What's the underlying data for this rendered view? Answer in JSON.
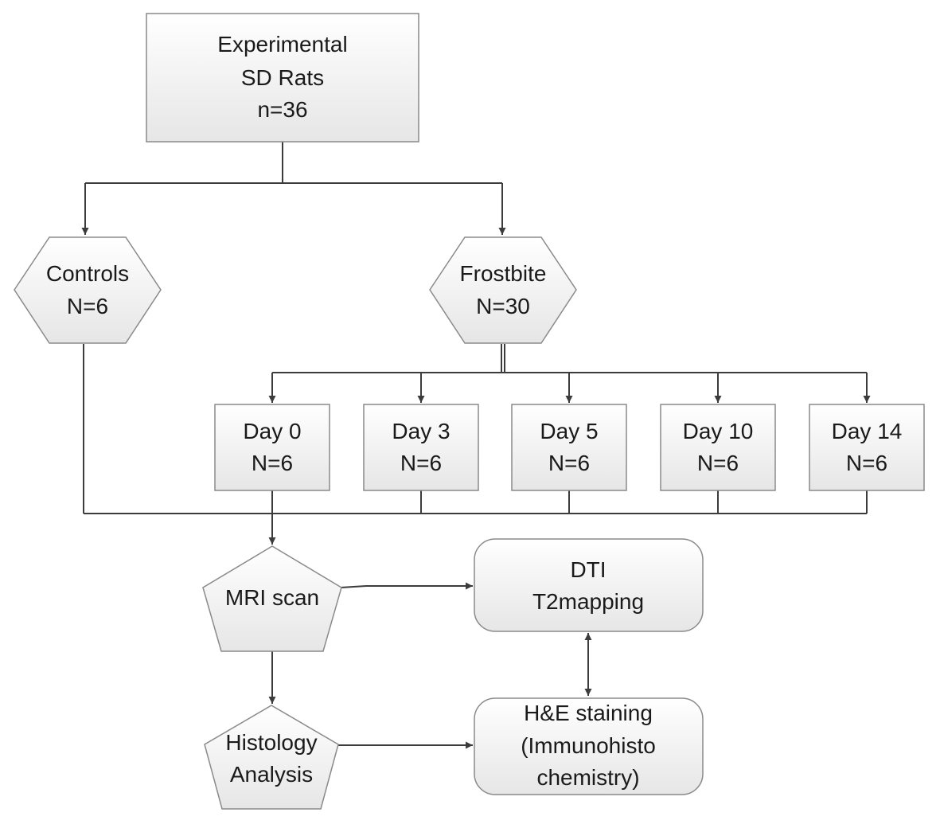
{
  "start": {
    "line1": "Experimental",
    "line2": "SD Rats",
    "line3": "n=36"
  },
  "controls": {
    "line1": "Controls",
    "line2": "N=6"
  },
  "frostbite": {
    "line1": "Frostbite",
    "line2": "N=30"
  },
  "days": [
    {
      "line1": "Day 0",
      "line2": "N=6"
    },
    {
      "line1": "Day 3",
      "line2": "N=6"
    },
    {
      "line1": "Day 5",
      "line2": "N=6"
    },
    {
      "line1": "Day 10",
      "line2": "N=6"
    },
    {
      "line1": "Day 14",
      "line2": "N=6"
    }
  ],
  "mri": {
    "line1": "MRI scan"
  },
  "histology": {
    "line1": "Histology",
    "line2": "Analysis"
  },
  "dti": {
    "line1": "DTI",
    "line2": "T2mapping"
  },
  "staining": {
    "line1": "H&E staining",
    "line2": "(Immunohisto",
    "line3": "chemistry)"
  },
  "colors": {
    "box_fill_top": "#ffffff",
    "box_fill_bottom": "#e6e6e6",
    "box_border": "#8a8a8a",
    "connector": "#3c3c3c",
    "text": "#1a1a1a"
  }
}
